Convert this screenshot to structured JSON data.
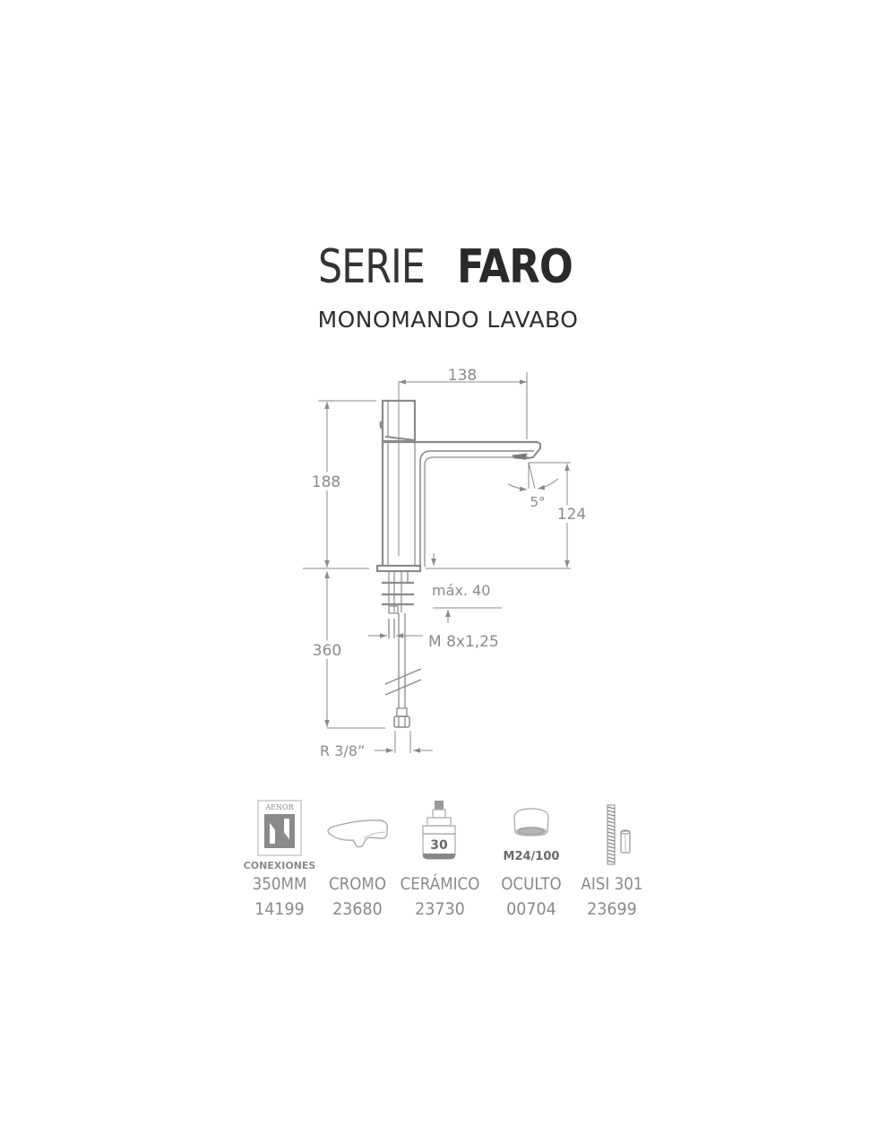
{
  "header": {
    "series_prefix": "SERIE",
    "series_name": "FARO",
    "subtitle": "MONOMANDO LAVABO"
  },
  "colors": {
    "title": "#2b2b2b",
    "drawing": "#8a8a8a",
    "background": "#ffffff"
  },
  "diagram": {
    "dimensions": {
      "spout_reach": "138",
      "total_height": "188",
      "spout_height": "124",
      "tilt_angle": "5°",
      "max_counter_thickness": "máx. 40",
      "stud_thread": "M 8x1,25",
      "hose_length": "360",
      "hose_connection": "R 3/8”"
    }
  },
  "features": [
    {
      "icon": "aenor-certification-icon",
      "caption": "CONEXIONES",
      "label": "350MM",
      "code": "14199",
      "cert_text": "AENOR"
    },
    {
      "icon": "lever-handle-icon",
      "label": "CROMO",
      "code": "23680"
    },
    {
      "icon": "ceramic-cartridge-icon",
      "badge": "30",
      "label": "CERÁMICO",
      "code": "23730"
    },
    {
      "icon": "aerator-icon",
      "badge": "M24/100",
      "label": "OCULTO",
      "code": "00704"
    },
    {
      "icon": "threaded-rod-icon",
      "label": "AISI 301",
      "code": "23699"
    }
  ]
}
